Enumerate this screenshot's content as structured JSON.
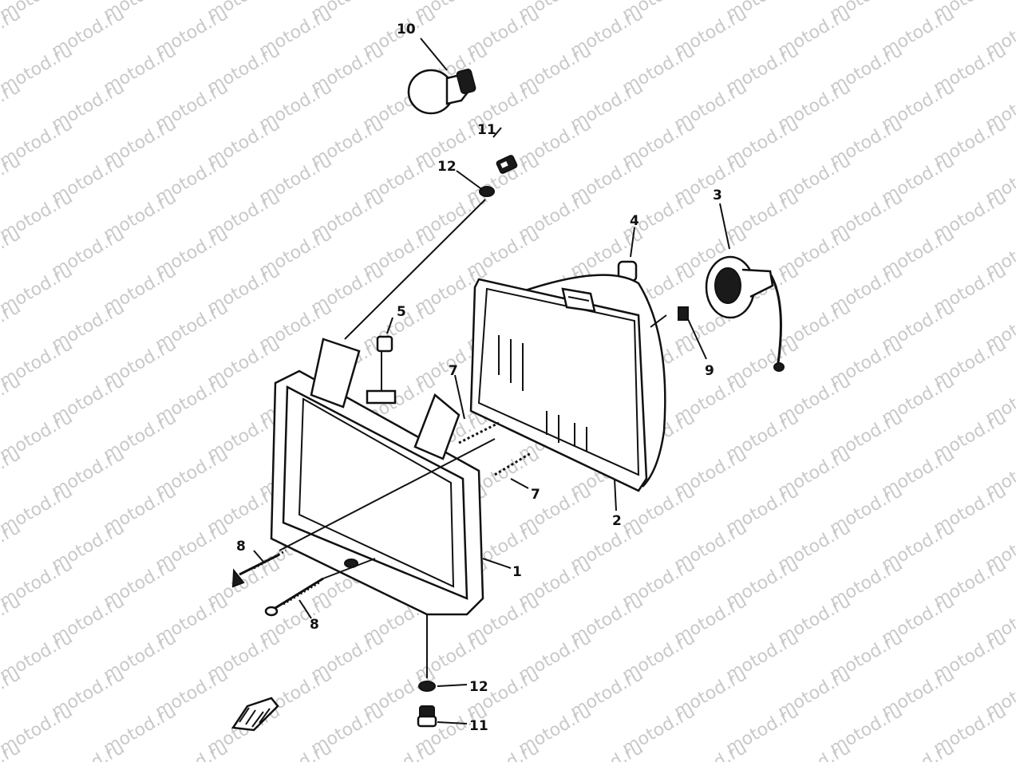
{
  "watermark": {
    "text": "motod.ru",
    "color": "#c9c9c9"
  },
  "labels": {
    "bulb": "10",
    "screw_top": "11",
    "washer_top": "12",
    "socket": "3",
    "cap": "4",
    "bracket_screw": "5",
    "spring_upper": "7",
    "spring_lower": "7",
    "clip": "9",
    "headlight_unit": "2",
    "rim": "1",
    "adjust_screw_upper": "8",
    "adjust_screw_lower": "8",
    "washer_bottom": "12",
    "screw_bottom": "11"
  },
  "colors": {
    "line": "#111111",
    "background": "#ffffff"
  }
}
